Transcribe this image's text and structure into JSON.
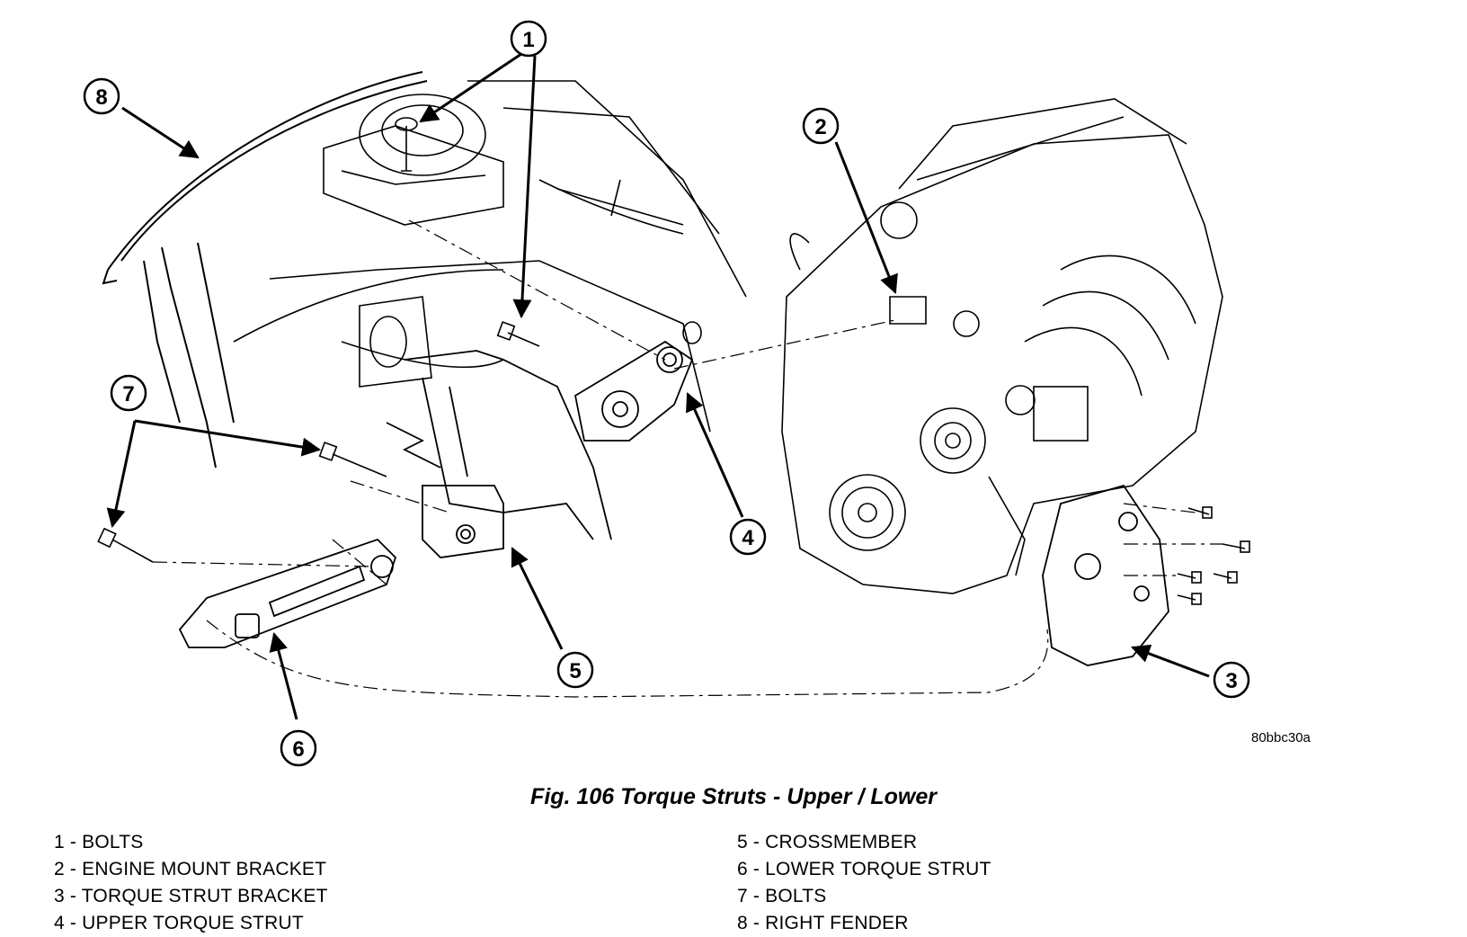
{
  "figure": {
    "caption": "Fig. 106 Torque Struts - Upper / Lower",
    "image_code": "80bbc30a"
  },
  "callouts": [
    "1",
    "2",
    "3",
    "4",
    "5",
    "6",
    "7",
    "8"
  ],
  "legend": {
    "left": [
      {
        "num": "1",
        "label": "BOLTS"
      },
      {
        "num": "2",
        "label": "ENGINE MOUNT BRACKET"
      },
      {
        "num": "3",
        "label": "TORQUE STRUT BRACKET"
      },
      {
        "num": "4",
        "label": "UPPER TORQUE STRUT"
      }
    ],
    "right": [
      {
        "num": "5",
        "label": "CROSSMEMBER"
      },
      {
        "num": "6",
        "label": "LOWER TORQUE STRUT"
      },
      {
        "num": "7",
        "label": "BOLTS"
      },
      {
        "num": "8",
        "label": "RIGHT FENDER"
      }
    ]
  }
}
